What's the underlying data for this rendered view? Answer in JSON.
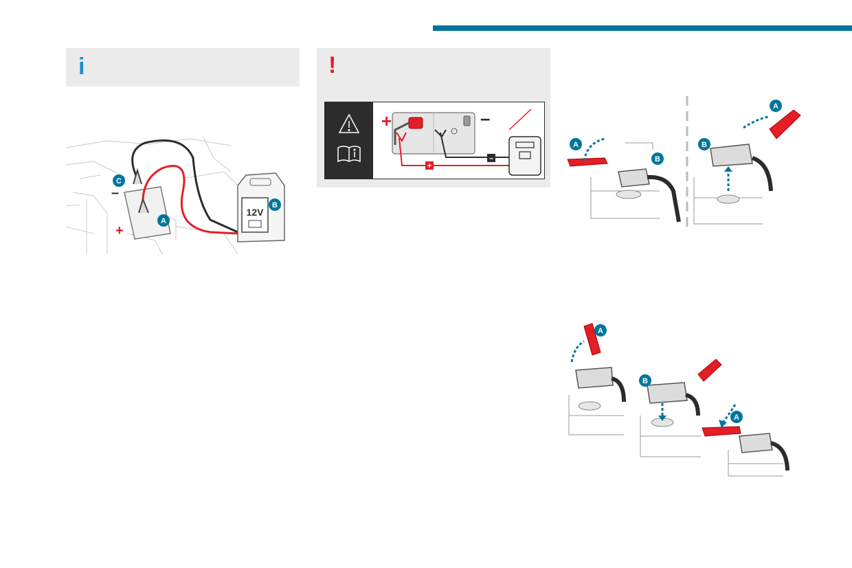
{
  "colors": {
    "accent": "#00759c",
    "info_icon": "#1c8fd0",
    "warning_icon": "#e21f26",
    "cable_red": "#e21f26",
    "box_bg": "#ebebeb",
    "badge": "#00759c"
  },
  "info_box": {
    "icon": "info-icon",
    "glyph": "i"
  },
  "warning_box": {
    "icon": "warning-icon",
    "glyph": "!"
  },
  "pictogram": {
    "plus_symbol": "+",
    "minus_symbol": "–",
    "fuse_plus": "+",
    "fuse_minus": "–",
    "icons": [
      "warning-triangle-icon",
      "manual-book-icon",
      "charger-icon"
    ]
  },
  "jump_start": {
    "voltage_label": "12V",
    "plus_symbol": "+",
    "minus_symbol": "–",
    "badges": {
      "a": "A",
      "b": "B",
      "c": "C"
    }
  },
  "terminal_top": {
    "badges": {
      "a": "A",
      "b": "B"
    }
  },
  "terminal_bottom": {
    "badges": {
      "a": "A",
      "b": "B"
    }
  }
}
